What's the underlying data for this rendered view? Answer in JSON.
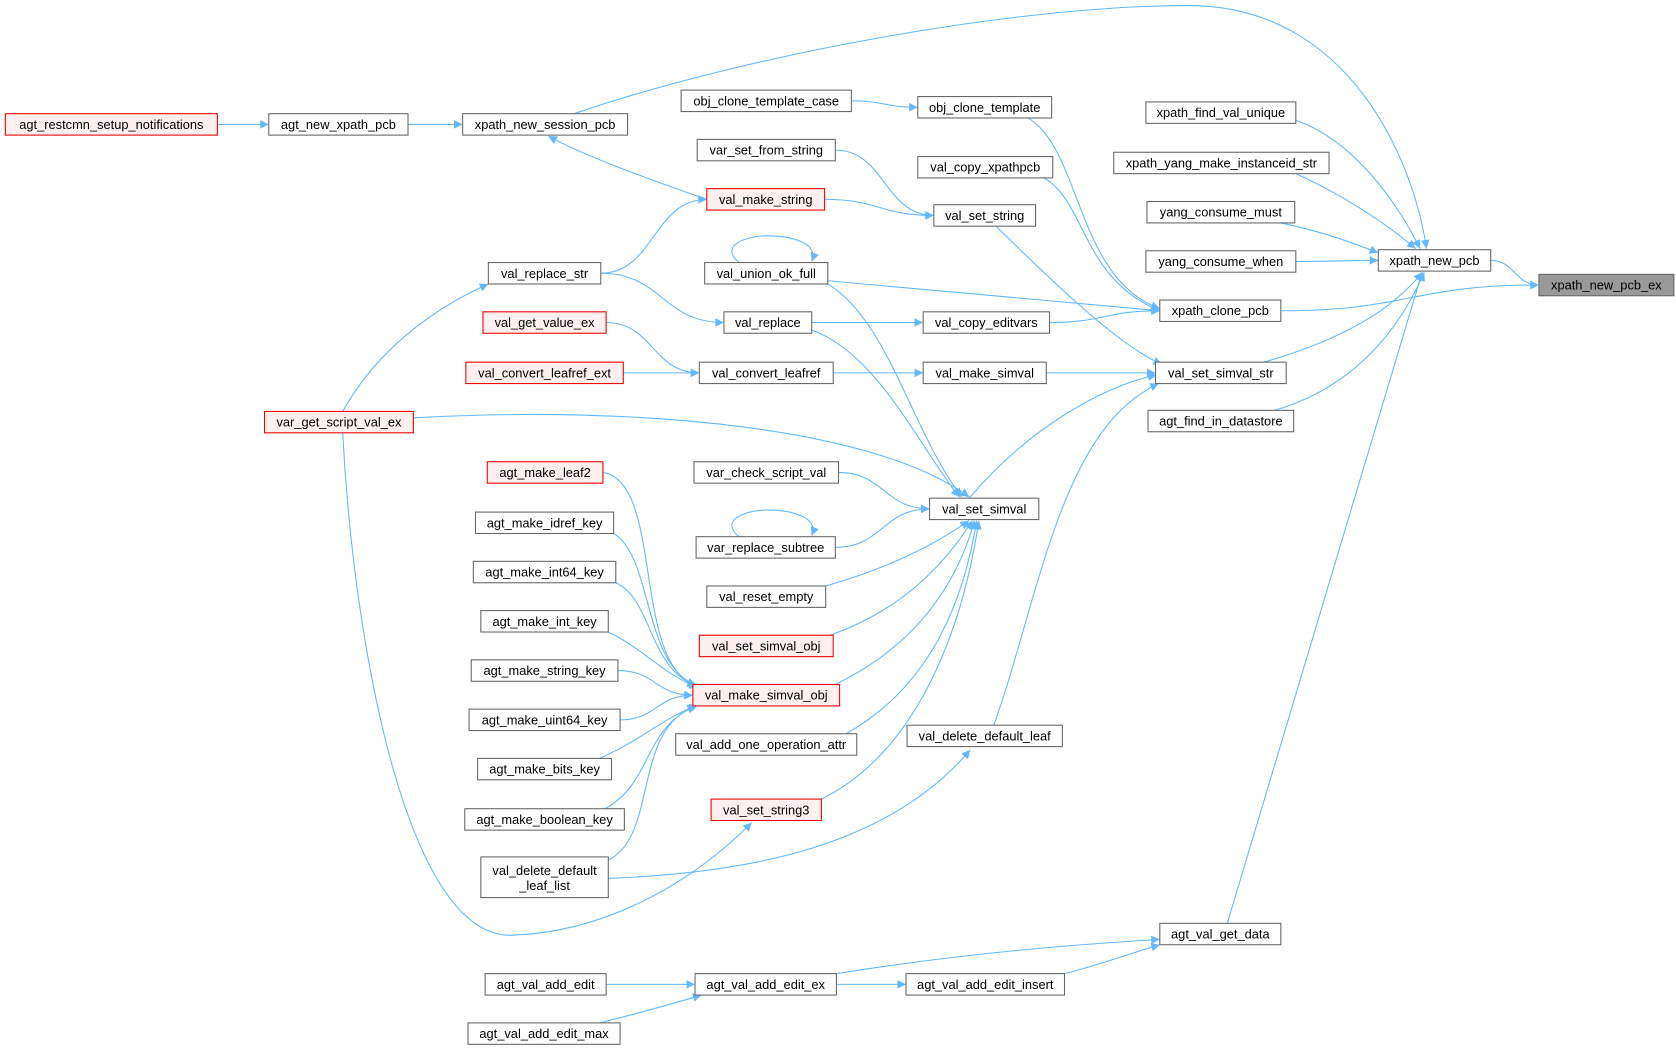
{
  "title": "xpath_new_pcb_ex caller graph",
  "colors": {
    "edge": "#63b8ff",
    "focus_fill": "#999999",
    "truncated_border": "#ff0000"
  },
  "nodes": [
    {
      "id": "xpath_new_pcb_ex",
      "label": "xpath_new_pcb_ex",
      "style": "focus"
    },
    {
      "id": "xpath_new_pcb",
      "label": "xpath_new_pcb",
      "style": "normal"
    },
    {
      "id": "xpath_find_val_unique",
      "label": "xpath_find_val_unique",
      "style": "normal"
    },
    {
      "id": "xpath_yang_make_instanceid_str",
      "label": "xpath_yang_make_instanceid_str",
      "style": "normal"
    },
    {
      "id": "yang_consume_must",
      "label": "yang_consume_must",
      "style": "normal"
    },
    {
      "id": "yang_consume_when",
      "label": "yang_consume_when",
      "style": "normal"
    },
    {
      "id": "xpath_clone_pcb",
      "label": "xpath_clone_pcb",
      "style": "normal"
    },
    {
      "id": "val_set_simval_str",
      "label": "val_set_simval_str",
      "style": "normal"
    },
    {
      "id": "agt_find_in_datastore",
      "label": "agt_find_in_datastore",
      "style": "normal"
    },
    {
      "id": "agt_val_get_data",
      "label": "agt_val_get_data",
      "style": "normal"
    },
    {
      "id": "xpath_new_session_pcb",
      "label": "xpath_new_session_pcb",
      "style": "normal"
    },
    {
      "id": "agt_new_xpath_pcb",
      "label": "agt_new_xpath_pcb",
      "style": "normal"
    },
    {
      "id": "agt_restcmn_setup_notifications",
      "label": "agt_restcmn_setup_notifications",
      "style": "red"
    },
    {
      "id": "obj_clone_template_case",
      "label": "obj_clone_template_case",
      "style": "normal"
    },
    {
      "id": "obj_clone_template",
      "label": "obj_clone_template",
      "style": "normal"
    },
    {
      "id": "var_set_from_string",
      "label": "var_set_from_string",
      "style": "normal"
    },
    {
      "id": "val_copy_xpathpcb",
      "label": "val_copy_xpathpcb",
      "style": "normal"
    },
    {
      "id": "val_make_string",
      "label": "val_make_string",
      "style": "red"
    },
    {
      "id": "val_set_string",
      "label": "val_set_string",
      "style": "normal"
    },
    {
      "id": "val_union_ok_full",
      "label": "val_union_ok_full",
      "style": "normal"
    },
    {
      "id": "val_replace_str",
      "label": "val_replace_str",
      "style": "normal"
    },
    {
      "id": "val_replace",
      "label": "val_replace",
      "style": "normal"
    },
    {
      "id": "val_copy_editvars",
      "label": "val_copy_editvars",
      "style": "normal"
    },
    {
      "id": "val_get_value_ex",
      "label": "val_get_value_ex",
      "style": "red"
    },
    {
      "id": "val_convert_leafref_ext",
      "label": "val_convert_leafref_ext",
      "style": "red"
    },
    {
      "id": "val_convert_leafref",
      "label": "val_convert_leafref",
      "style": "normal"
    },
    {
      "id": "val_make_simval",
      "label": "val_make_simval",
      "style": "normal"
    },
    {
      "id": "var_get_script_val_ex",
      "label": "var_get_script_val_ex",
      "style": "red"
    },
    {
      "id": "agt_make_leaf2",
      "label": "agt_make_leaf2",
      "style": "red"
    },
    {
      "id": "var_check_script_val",
      "label": "var_check_script_val",
      "style": "normal"
    },
    {
      "id": "val_set_simval",
      "label": "val_set_simval",
      "style": "normal"
    },
    {
      "id": "agt_make_idref_key",
      "label": "agt_make_idref_key",
      "style": "normal"
    },
    {
      "id": "var_replace_subtree",
      "label": "var_replace_subtree",
      "style": "normal"
    },
    {
      "id": "agt_make_int64_key",
      "label": "agt_make_int64_key",
      "style": "normal"
    },
    {
      "id": "val_reset_empty",
      "label": "val_reset_empty",
      "style": "normal"
    },
    {
      "id": "agt_make_int_key",
      "label": "agt_make_int_key",
      "style": "normal"
    },
    {
      "id": "val_set_simval_obj",
      "label": "val_set_simval_obj",
      "style": "red"
    },
    {
      "id": "agt_make_string_key",
      "label": "agt_make_string_key",
      "style": "normal"
    },
    {
      "id": "val_make_simval_obj",
      "label": "val_make_simval_obj",
      "style": "red"
    },
    {
      "id": "agt_make_uint64_key",
      "label": "agt_make_uint64_key",
      "style": "normal"
    },
    {
      "id": "val_add_one_operation_attr",
      "label": "val_add_one_operation_attr",
      "style": "normal"
    },
    {
      "id": "val_delete_default_leaf",
      "label": "val_delete_default_leaf",
      "style": "normal"
    },
    {
      "id": "agt_make_bits_key",
      "label": "agt_make_bits_key",
      "style": "normal"
    },
    {
      "id": "agt_make_boolean_key",
      "label": "agt_make_boolean_key",
      "style": "normal"
    },
    {
      "id": "val_set_string3",
      "label": "val_set_string3",
      "style": "red"
    },
    {
      "id": "val_delete_default_leaf_list",
      "label": "val_delete_default\n_leaf_list",
      "style": "normal"
    },
    {
      "id": "agt_val_add_edit",
      "label": "agt_val_add_edit",
      "style": "normal"
    },
    {
      "id": "agt_val_add_edit_ex",
      "label": "agt_val_add_edit_ex",
      "style": "normal"
    },
    {
      "id": "agt_val_add_edit_insert",
      "label": "agt_val_add_edit_insert",
      "style": "normal"
    },
    {
      "id": "agt_val_add_edit_max",
      "label": "agt_val_add_edit_max",
      "style": "normal"
    }
  ],
  "edges": [
    [
      "xpath_new_pcb",
      "xpath_new_pcb_ex"
    ],
    [
      "xpath_clone_pcb",
      "xpath_new_pcb_ex"
    ],
    [
      "xpath_new_session_pcb",
      "xpath_new_pcb"
    ],
    [
      "xpath_find_val_unique",
      "xpath_new_pcb"
    ],
    [
      "xpath_yang_make_instanceid_str",
      "xpath_new_pcb"
    ],
    [
      "yang_consume_must",
      "xpath_new_pcb"
    ],
    [
      "yang_consume_when",
      "xpath_new_pcb"
    ],
    [
      "val_set_simval_str",
      "xpath_new_pcb"
    ],
    [
      "agt_find_in_datastore",
      "xpath_new_pcb"
    ],
    [
      "agt_val_get_data",
      "xpath_new_pcb"
    ],
    [
      "obj_clone_template",
      "xpath_clone_pcb"
    ],
    [
      "val_copy_xpathpcb",
      "xpath_clone_pcb"
    ],
    [
      "val_copy_editvars",
      "xpath_clone_pcb"
    ],
    [
      "val_union_ok_full",
      "xpath_clone_pcb"
    ],
    [
      "val_set_string",
      "val_set_simval_str"
    ],
    [
      "val_make_simval",
      "val_set_simval_str"
    ],
    [
      "val_set_simval",
      "val_set_simval_str"
    ],
    [
      "val_delete_default_leaf",
      "val_set_simval_str"
    ],
    [
      "agt_new_xpath_pcb",
      "xpath_new_session_pcb"
    ],
    [
      "agt_restcmn_setup_notifications",
      "agt_new_xpath_pcb"
    ],
    [
      "val_make_string",
      "xpath_new_session_pcb"
    ],
    [
      "obj_clone_template_case",
      "obj_clone_template"
    ],
    [
      "var_set_from_string",
      "val_set_string"
    ],
    [
      "val_make_string",
      "val_set_string"
    ],
    [
      "val_replace_str",
      "val_make_string"
    ],
    [
      "val_union_ok_full",
      "val_union_ok_full"
    ],
    [
      "val_replace_str",
      "val_replace"
    ],
    [
      "val_replace",
      "val_copy_editvars"
    ],
    [
      "val_get_value_ex",
      "val_convert_leafref"
    ],
    [
      "val_convert_leafref_ext",
      "val_convert_leafref"
    ],
    [
      "val_convert_leafref",
      "val_make_simval"
    ],
    [
      "var_get_script_val_ex",
      "val_replace_str"
    ],
    [
      "var_get_script_val_ex",
      "val_set_simval"
    ],
    [
      "var_get_script_val_ex",
      "val_set_string3"
    ],
    [
      "val_union_ok_full",
      "val_set_simval"
    ],
    [
      "val_replace",
      "val_set_simval"
    ],
    [
      "var_check_script_val",
      "val_set_simval"
    ],
    [
      "var_replace_subtree",
      "val_set_simval"
    ],
    [
      "var_replace_subtree",
      "var_replace_subtree"
    ],
    [
      "val_reset_empty",
      "val_set_simval"
    ],
    [
      "val_set_simval_obj",
      "val_set_simval"
    ],
    [
      "val_make_simval_obj",
      "val_set_simval"
    ],
    [
      "val_add_one_operation_attr",
      "val_set_simval"
    ],
    [
      "val_set_string3",
      "val_set_simval"
    ],
    [
      "agt_make_leaf2",
      "val_make_simval_obj"
    ],
    [
      "agt_make_idref_key",
      "val_make_simval_obj"
    ],
    [
      "agt_make_int64_key",
      "val_make_simval_obj"
    ],
    [
      "agt_make_int_key",
      "val_make_simval_obj"
    ],
    [
      "agt_make_string_key",
      "val_make_simval_obj"
    ],
    [
      "agt_make_uint64_key",
      "val_make_simval_obj"
    ],
    [
      "agt_make_bits_key",
      "val_make_simval_obj"
    ],
    [
      "agt_make_boolean_key",
      "val_make_simval_obj"
    ],
    [
      "val_delete_default_leaf_list",
      "val_make_simval_obj"
    ],
    [
      "val_delete_default_leaf_list",
      "val_delete_default_leaf"
    ],
    [
      "agt_val_add_edit",
      "agt_val_add_edit_ex"
    ],
    [
      "agt_val_add_edit_max",
      "agt_val_add_edit_ex"
    ],
    [
      "agt_val_add_edit_ex",
      "agt_val_add_edit_insert"
    ],
    [
      "agt_val_add_edit_ex",
      "agt_val_get_data"
    ],
    [
      "agt_val_add_edit_insert",
      "agt_val_get_data"
    ]
  ]
}
